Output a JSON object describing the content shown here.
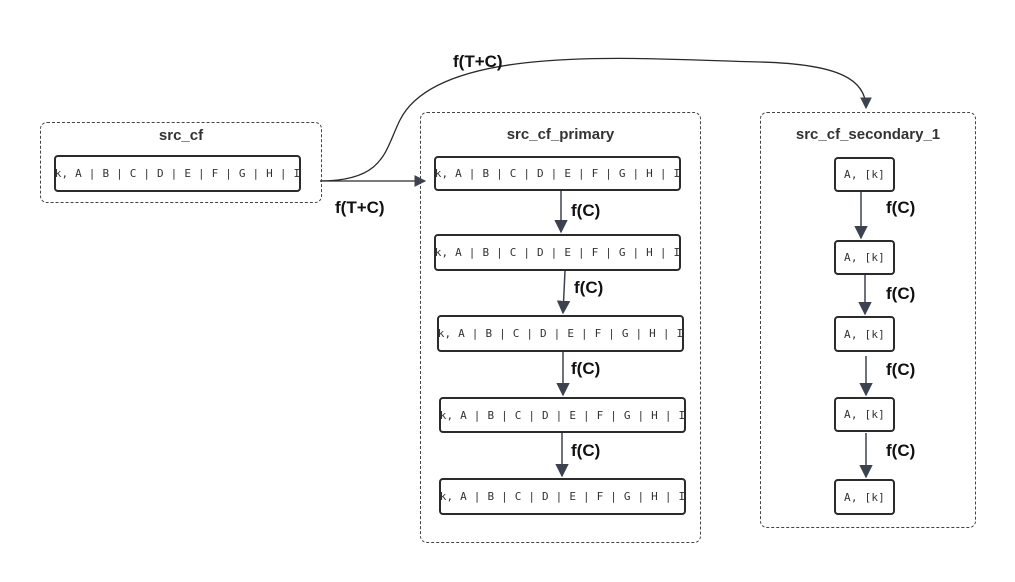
{
  "groups": {
    "src_cf": {
      "title": "src_cf"
    },
    "primary": {
      "title": "src_cf_primary"
    },
    "secondary": {
      "title": "src_cf_secondary_1"
    }
  },
  "nodes": {
    "src": "k, A | B | C | D | E | F | G | H | I",
    "primary": [
      "k, A | B | C | D | E | F | G | H | I",
      "k, A | B | C | D | E | F | G | H | I",
      "k, A | B | C | D | E | F | G | H | I",
      "k, A | B | C | D | E | F | G | H | I",
      "k, A | B | C | D | E | F | G | H | I"
    ],
    "secondary": [
      "A, [k]",
      "A, [k]",
      "A, [k]",
      "A, [k]",
      "A, [k]"
    ]
  },
  "edge_labels": {
    "top_curve": "f(T+C)",
    "straight": "f(T+C)",
    "primary": [
      "f(C)",
      "f(C)",
      "f(C)",
      "f(C)"
    ],
    "secondary": [
      "f(C)",
      "f(C)",
      "f(C)",
      "f(C)"
    ]
  },
  "colors": {
    "line": "#2b2b2b",
    "arrow": "#3c4350"
  }
}
